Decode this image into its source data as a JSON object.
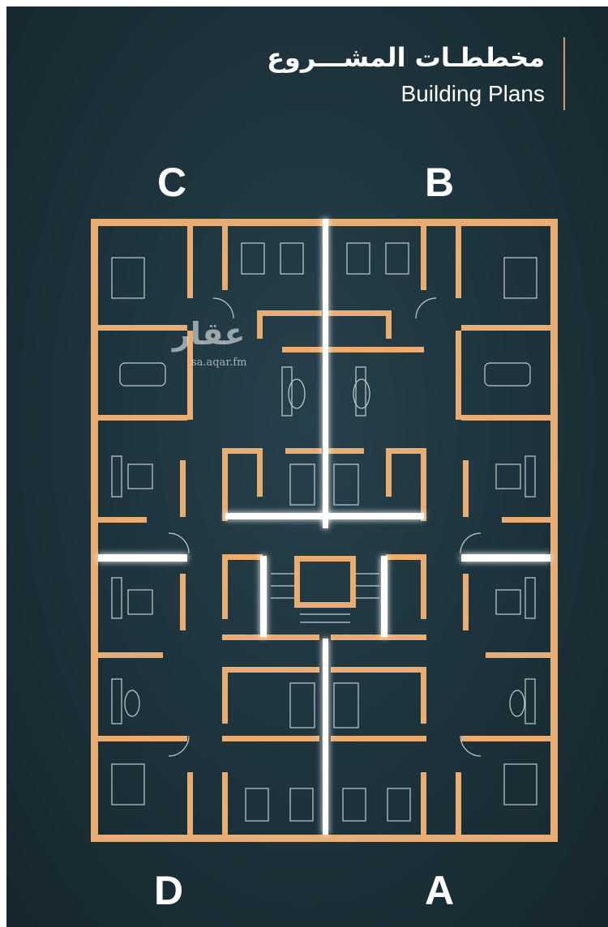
{
  "header": {
    "title_ar": "مخططـات المشـــروع",
    "title_en": "Building Plans"
  },
  "units": {
    "top_left": "C",
    "top_right": "B",
    "bottom_left": "D",
    "bottom_right": "A"
  },
  "watermark": {
    "brand": "عقار",
    "url": "sa.aqar.fm"
  },
  "colors": {
    "background": "#1d323b",
    "wall": "#e8ad72",
    "accent": "#d4a06a",
    "glow": "#ffffff"
  }
}
